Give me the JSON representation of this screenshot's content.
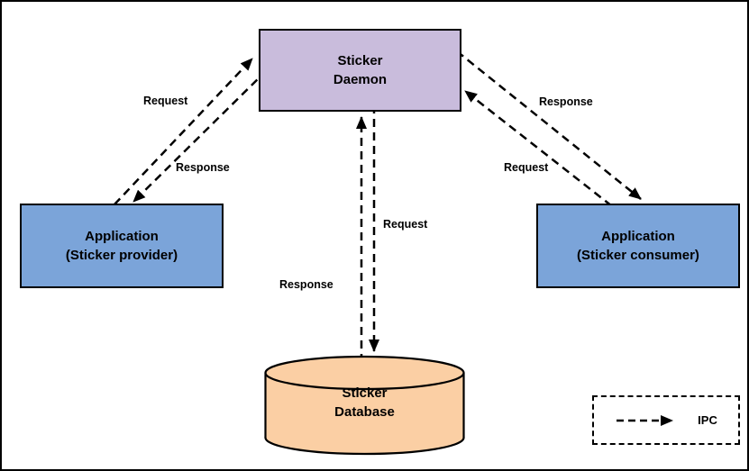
{
  "nodes": {
    "daemon": {
      "line1": "Sticker",
      "line2": "Daemon"
    },
    "provider": {
      "line1": "Application",
      "line2": "(Sticker provider)"
    },
    "consumer": {
      "line1": "Application",
      "line2": "(Sticker consumer)"
    },
    "database": {
      "line1": "Sticker",
      "line2": "Database"
    }
  },
  "edges": {
    "provider_to_daemon": {
      "label": "Request"
    },
    "daemon_to_provider": {
      "label": "Response"
    },
    "daemon_to_consumer": {
      "label": "Response"
    },
    "consumer_to_daemon": {
      "label": "Request"
    },
    "daemon_to_database": {
      "label": "Request"
    },
    "database_to_daemon": {
      "label": "Response"
    }
  },
  "legend": {
    "label": "IPC"
  },
  "colors": {
    "daemon_fill": "#c9bcdc",
    "application_fill": "#7ba4d9",
    "database_fill": "#fbcfa4",
    "line": "#000000",
    "background": "#ffffff"
  }
}
